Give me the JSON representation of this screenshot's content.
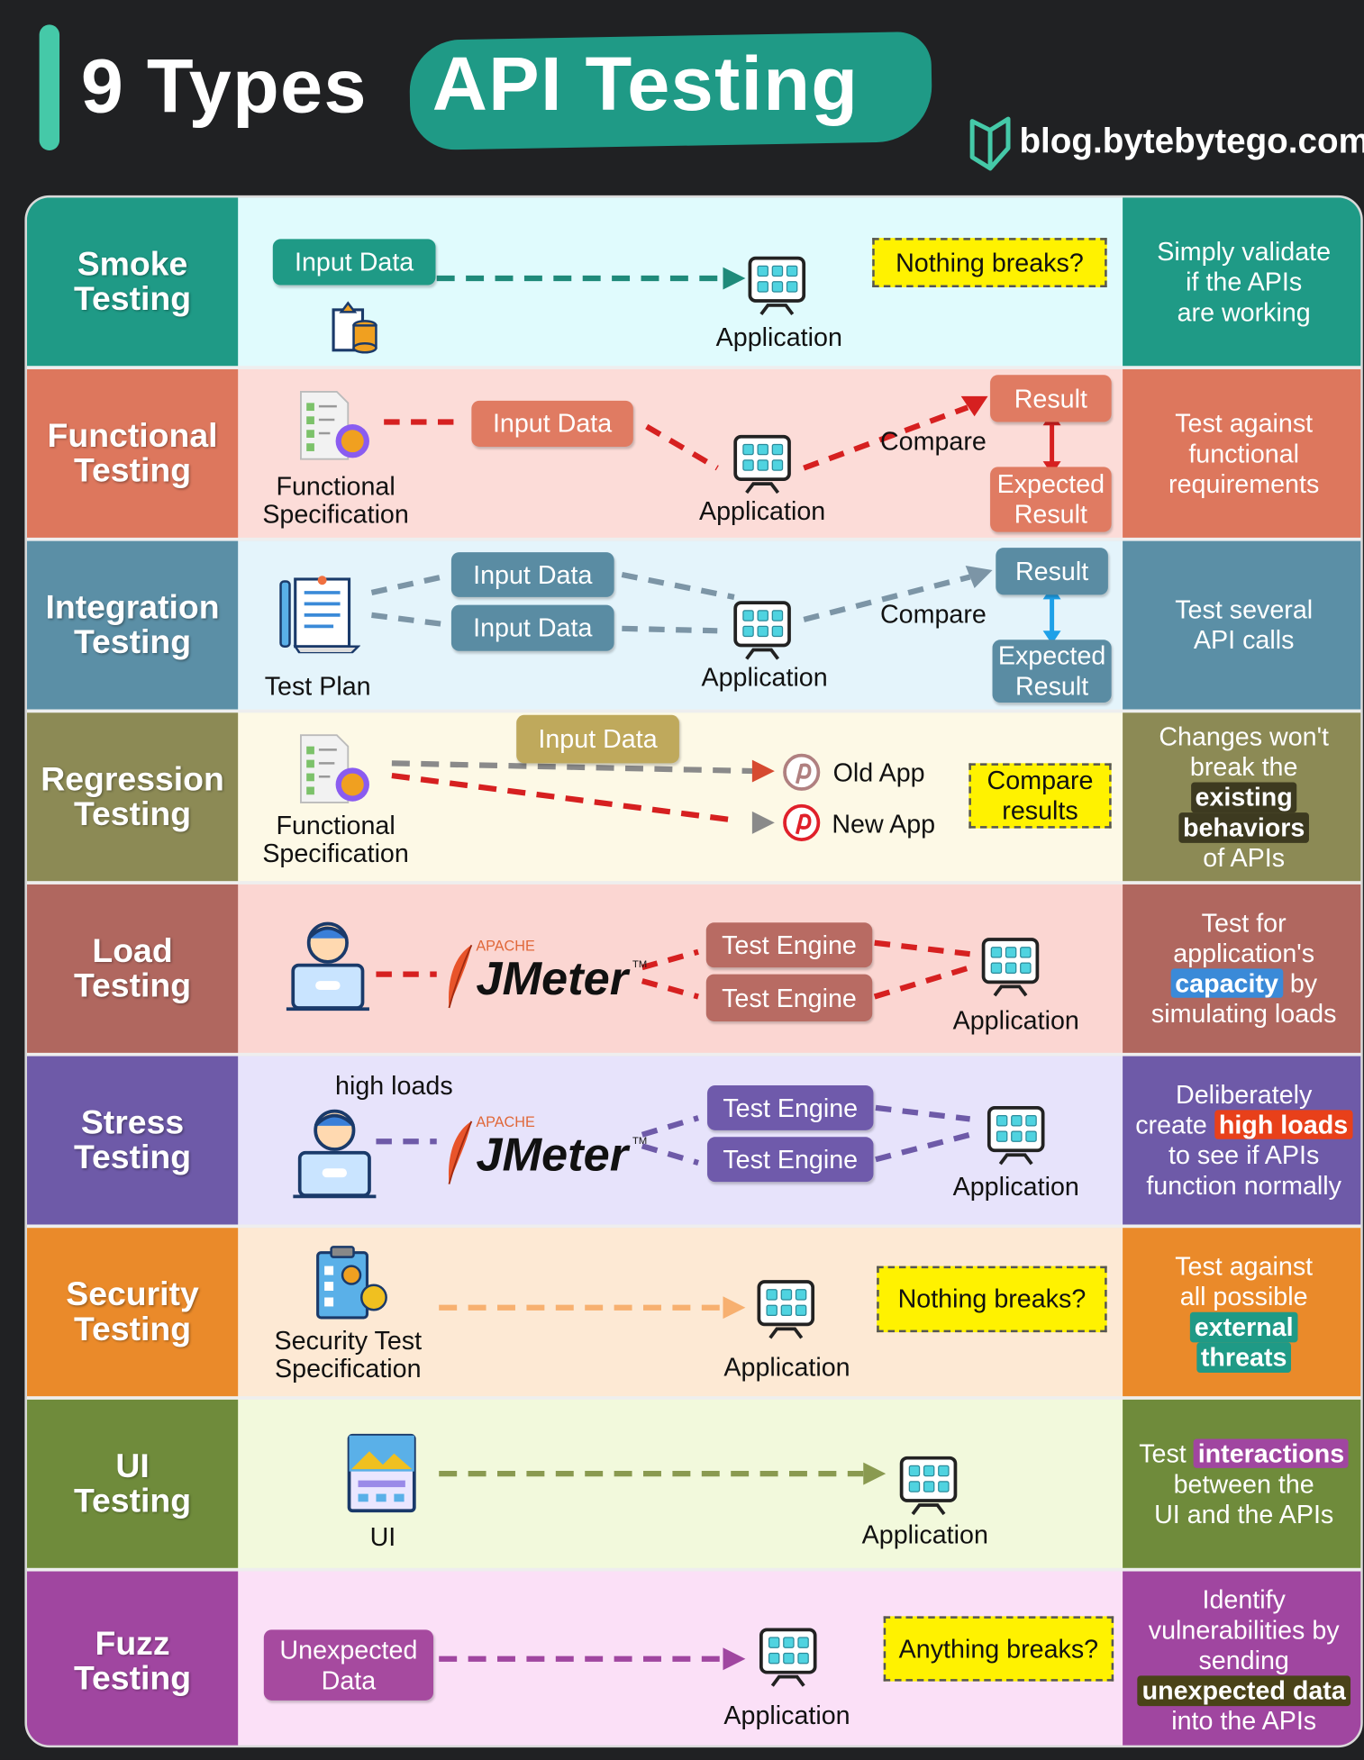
{
  "header": {
    "title_prefix": "9 Types",
    "title_highlight": "API Testing",
    "site": "blog.bytebytego.com"
  },
  "colors": {
    "smoke": "#1f9a86",
    "functional": "#dd775d",
    "integration": "#5b8fa6",
    "regression": "#8c8a55",
    "load": "#b0675f",
    "stress": "#6e5aa8",
    "security": "#ea8a2a",
    "ui": "#6f8b3b",
    "fuzz": "#a046a0",
    "note": "#fff200"
  },
  "rows": [
    {
      "title": [
        "Smoke",
        "Testing"
      ],
      "input": "Input Data",
      "app": "Application",
      "note": "Nothing breaks?",
      "desc": [
        "Simply validate",
        "if the APIs",
        "are working"
      ]
    },
    {
      "title": [
        "Functional",
        "Testing"
      ],
      "spec": [
        "Functional",
        "Specification"
      ],
      "input": "Input Data",
      "app": "Application",
      "compare": "Compare",
      "result": "Result",
      "expected": [
        "Expected",
        "Result"
      ],
      "desc": [
        "Test against",
        "functional",
        "requirements"
      ]
    },
    {
      "title": [
        "Integration",
        "Testing"
      ],
      "plan": "Test Plan",
      "inputs": [
        "Input Data",
        "Input Data"
      ],
      "app": "Application",
      "compare": "Compare",
      "result": "Result",
      "expected": [
        "Expected",
        "Result"
      ],
      "desc": [
        "Test several",
        "API calls"
      ]
    },
    {
      "title": [
        "Regression",
        "Testing"
      ],
      "spec": [
        "Functional",
        "Specification"
      ],
      "input": "Input Data",
      "old_app": "Old App",
      "new_app": "New App",
      "note": [
        "Compare",
        "results"
      ],
      "desc": [
        "Changes won't",
        "break the",
        "existing",
        "behaviors",
        "of APIs"
      ]
    },
    {
      "title": [
        "Load",
        "Testing"
      ],
      "jmeter": {
        "apache": "APACHE",
        "name": "JMeter",
        "tm": "TM"
      },
      "engines": [
        "Test Engine",
        "Test Engine"
      ],
      "app": "Application",
      "desc": [
        "Test for",
        "application's",
        "capacity",
        "by",
        "simulating loads"
      ]
    },
    {
      "title": [
        "Stress",
        "Testing"
      ],
      "high_loads": "high loads",
      "jmeter": {
        "apache": "APACHE",
        "name": "JMeter",
        "tm": "TM"
      },
      "engines": [
        "Test Engine",
        "Test Engine"
      ],
      "app": "Application",
      "desc": [
        "Deliberately",
        "create",
        "high loads",
        "to see if APIs",
        "function normally"
      ]
    },
    {
      "title": [
        "Security",
        "Testing"
      ],
      "spec": [
        "Security Test",
        "Specification"
      ],
      "app": "Application",
      "note": "Nothing breaks?",
      "desc": [
        "Test against",
        "all possible",
        "external",
        "threats"
      ]
    },
    {
      "title": [
        "UI",
        "Testing"
      ],
      "ui": "UI",
      "app": "Application",
      "desc": [
        "Test",
        "interactions",
        "between the",
        "UI and the APIs"
      ]
    },
    {
      "title": [
        "Fuzz",
        "Testing"
      ],
      "input": [
        "Unexpected",
        "Data"
      ],
      "app": "Application",
      "note": "Anything breaks?",
      "desc": [
        "Identify",
        "vulnerabilities by",
        "sending",
        "unexpected data",
        "into the APIs"
      ]
    }
  ]
}
